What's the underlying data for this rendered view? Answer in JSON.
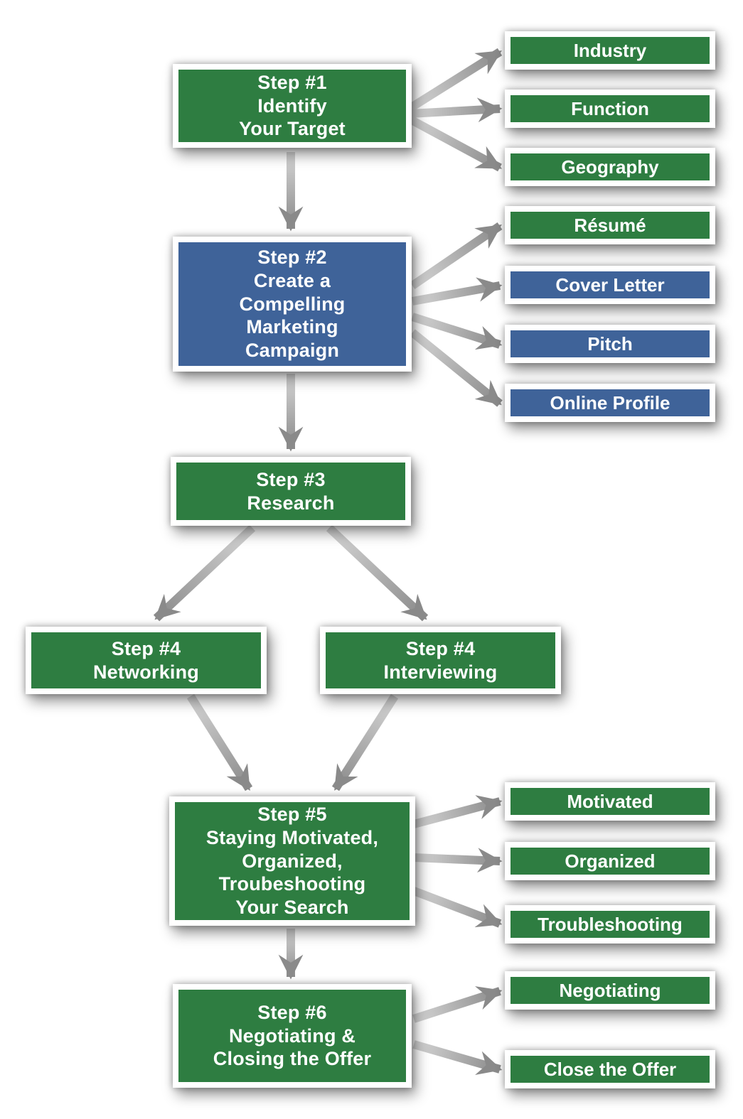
{
  "diagram": {
    "type": "flowchart",
    "background": "#ffffff",
    "colors": {
      "green": "#2e7d41",
      "blue": "#3f6399",
      "box_frame": "#ffffff",
      "box_text": "#ffffff",
      "arrow_light": "#d6d6d6",
      "arrow_dark": "#8a8a8a"
    },
    "nodes": {
      "step1": {
        "label": "Step #1\nIdentify\nYour Target",
        "color": "green"
      },
      "industry": {
        "label": "Industry",
        "color": "green"
      },
      "function": {
        "label": "Function",
        "color": "green"
      },
      "geography": {
        "label": "Geography",
        "color": "green"
      },
      "step2": {
        "label": "Step #2\nCreate a\nCompelling\nMarketing\nCampaign",
        "color": "blue"
      },
      "resume": {
        "label": "Résumé",
        "color": "green"
      },
      "cover_letter": {
        "label": "Cover Letter",
        "color": "blue"
      },
      "pitch": {
        "label": "Pitch",
        "color": "blue"
      },
      "online_profile": {
        "label": "Online Profile",
        "color": "blue"
      },
      "step3": {
        "label": "Step #3\nResearch",
        "color": "green"
      },
      "step4_networking": {
        "label": "Step #4\nNetworking",
        "color": "green"
      },
      "step4_interviewing": {
        "label": "Step #4\nInterviewing",
        "color": "green"
      },
      "step5": {
        "label": "Step #5\nStaying Motivated,\nOrganized,\nTroubeshooting\nYour Search",
        "color": "green"
      },
      "motivated": {
        "label": "Motivated",
        "color": "green"
      },
      "organized": {
        "label": "Organized",
        "color": "green"
      },
      "troubleshooting": {
        "label": "Troubleshooting",
        "color": "green"
      },
      "step6": {
        "label": "Step #6\nNegotiating &\nClosing the Offer",
        "color": "green"
      },
      "negotiating": {
        "label": "Negotiating",
        "color": "green"
      },
      "close_the_offer": {
        "label": "Close the Offer",
        "color": "green"
      }
    },
    "edges": [
      {
        "from": "step1",
        "to": "industry"
      },
      {
        "from": "step1",
        "to": "function"
      },
      {
        "from": "step1",
        "to": "geography"
      },
      {
        "from": "step1",
        "to": "step2"
      },
      {
        "from": "step2",
        "to": "resume"
      },
      {
        "from": "step2",
        "to": "cover_letter"
      },
      {
        "from": "step2",
        "to": "pitch"
      },
      {
        "from": "step2",
        "to": "online_profile"
      },
      {
        "from": "step2",
        "to": "step3"
      },
      {
        "from": "step3",
        "to": "step4_networking"
      },
      {
        "from": "step3",
        "to": "step4_interviewing"
      },
      {
        "from": "step4_networking",
        "to": "step5"
      },
      {
        "from": "step4_interviewing",
        "to": "step5"
      },
      {
        "from": "step5",
        "to": "motivated"
      },
      {
        "from": "step5",
        "to": "organized"
      },
      {
        "from": "step5",
        "to": "troubleshooting"
      },
      {
        "from": "step5",
        "to": "step6"
      },
      {
        "from": "step6",
        "to": "negotiating"
      },
      {
        "from": "step6",
        "to": "close_the_offer"
      }
    ]
  }
}
